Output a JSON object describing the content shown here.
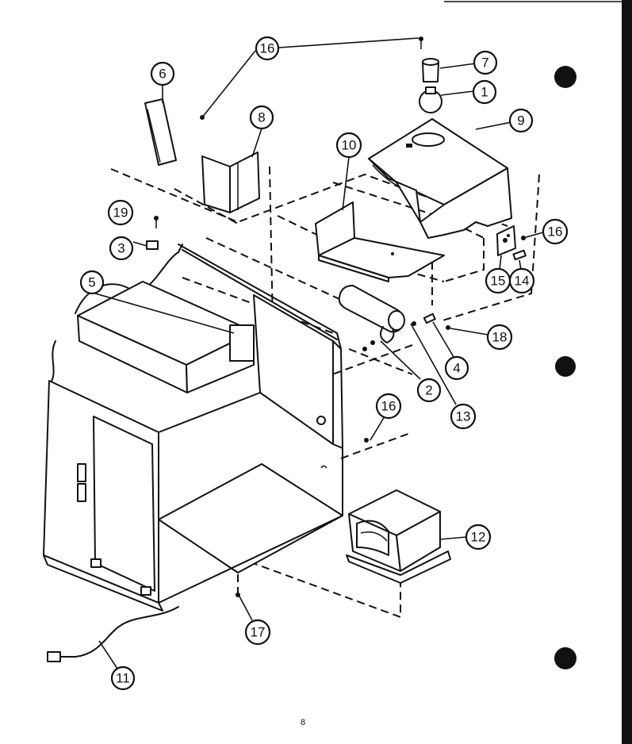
{
  "callouts": [
    {
      "id": "c1",
      "label": "1"
    },
    {
      "id": "c2",
      "label": "2"
    },
    {
      "id": "c3",
      "label": "3"
    },
    {
      "id": "c4",
      "label": "4"
    },
    {
      "id": "c5",
      "label": "5"
    },
    {
      "id": "c6",
      "label": "6"
    },
    {
      "id": "c7",
      "label": "7"
    },
    {
      "id": "c8",
      "label": "8"
    },
    {
      "id": "c9",
      "label": "9"
    },
    {
      "id": "c10",
      "label": "10"
    },
    {
      "id": "c11",
      "label": "11"
    },
    {
      "id": "c12",
      "label": "12"
    },
    {
      "id": "c13",
      "label": "13"
    },
    {
      "id": "c14",
      "label": "14"
    },
    {
      "id": "c15",
      "label": "15"
    },
    {
      "id": "c16a",
      "label": "16"
    },
    {
      "id": "c16b",
      "label": "16"
    },
    {
      "id": "c16c",
      "label": "16"
    },
    {
      "id": "c17",
      "label": "17"
    },
    {
      "id": "c18",
      "label": "18"
    },
    {
      "id": "c19",
      "label": "19"
    }
  ],
  "page_number": "8"
}
